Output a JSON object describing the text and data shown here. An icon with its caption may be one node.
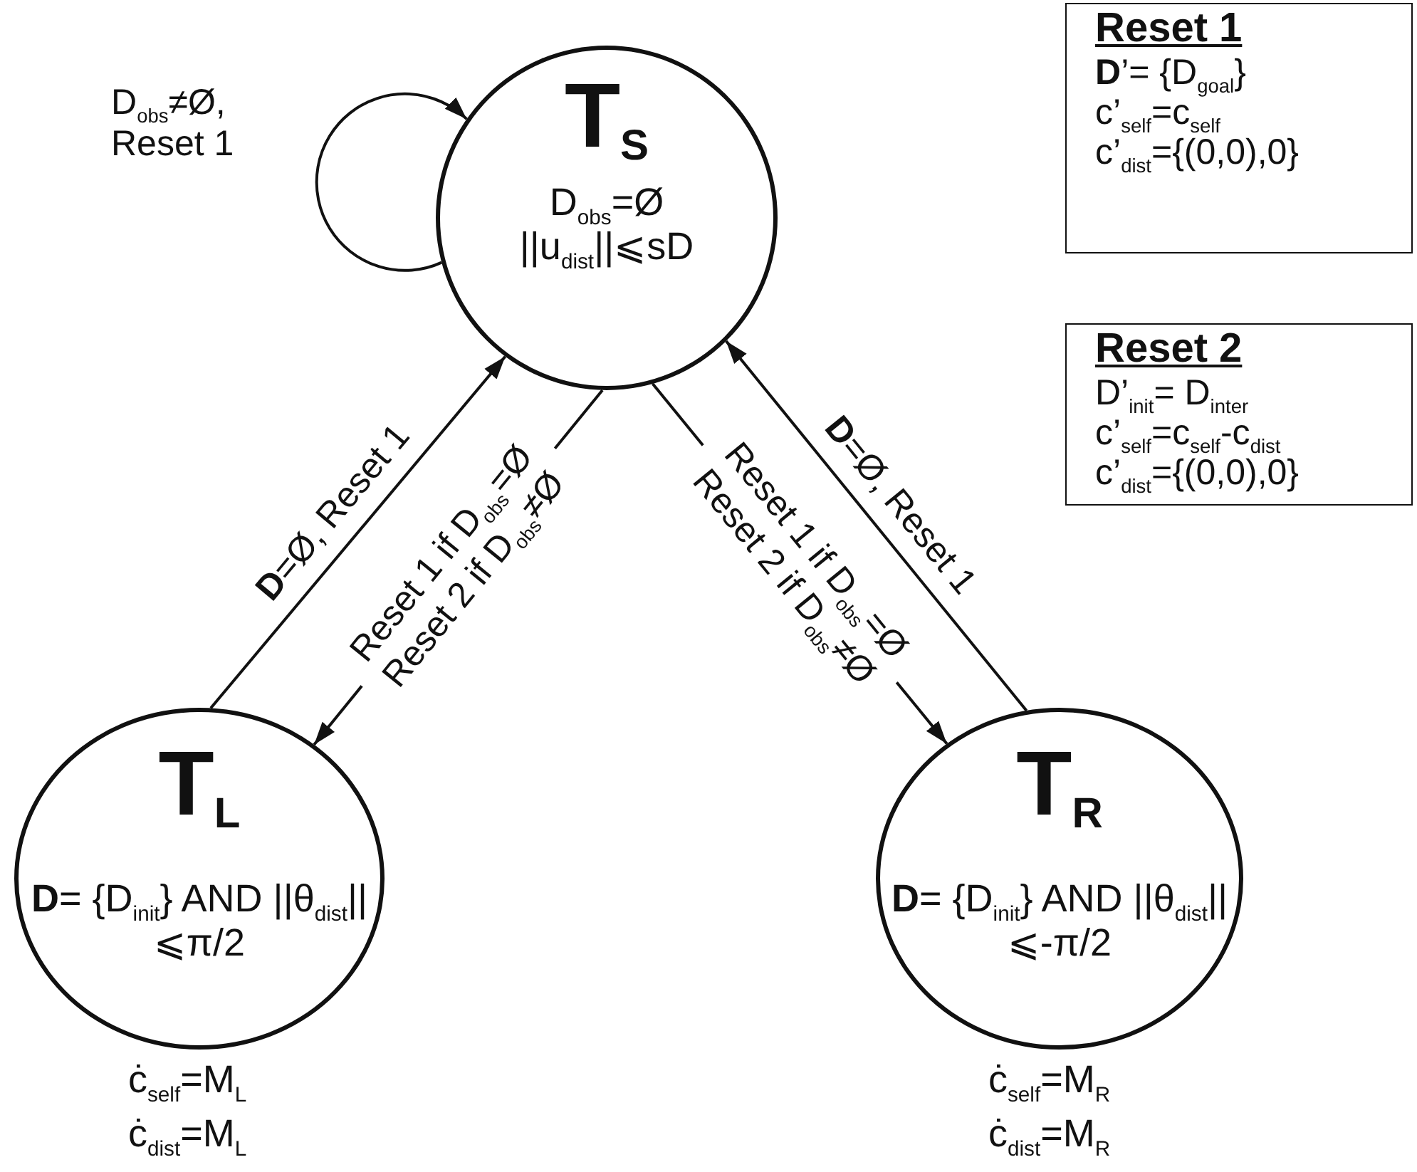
{
  "diagram": {
    "nodes": [
      {
        "text": [
          "T$_{S}$",
          "D$_{obs}$=Ø",
          "||u$_{dist}$||⩽sD"
        ]
      },
      {
        "text": [
          "T$_{L}$",
          "**D**= {D$_{init}$} AND ||θ$_{dist}$||⩽π/2"
        ],
        "beside": [
          "ċ$_{self}$=M$_{L}$",
          "ċ$_{dist}$=M$_{L}$"
        ]
      },
      {
        "text": [
          "T$_{R}$",
          "**D**= {D$_{init}$} AND ||θ$_{dist}$||⩽-π/2"
        ],
        "beside": [
          "ċ$_{self}$=M$_{R}$",
          "ċ$_{dist}$=M$_{R}$"
        ]
      },
      {
        "text": [
          "Reset 1",
          "**D**’= {D$_{goal}$}",
          "c’$_{self}$=c$_{self}$",
          "c’$_{dist}$={(0,0),0}"
        ]
      },
      {
        "text": [
          "Reset 2",
          "D’$_{init}$= D$_{inter}$",
          "c’$_{self}$=c$_{self}$-c$_{dist}$",
          "c’$_{dist}$={(0,0),0}"
        ]
      }
    ],
    "edges": [
      {
        "from": 0,
        "to": 0,
        "arrow": "to",
        "label": "D$_{obs}$≠Ø, Reset 1"
      },
      {
        "from": 1,
        "to": 0,
        "arrow": "to",
        "label": "**D**=Ø, Reset 1"
      },
      {
        "from": 0,
        "to": 1,
        "arrow": "to",
        "label": "Reset 1 if D$_{obs}$=Ø Reset 2 if D$_{obs}$≠Ø"
      },
      {
        "from": 0,
        "to": 2,
        "arrow": "to",
        "label": "Reset 1 if D$_{obs}$=Ø Reset 2 if D$_{obs}$≠Ø"
      },
      {
        "from": 2,
        "to": 0,
        "arrow": "to",
        "label": "**D**=Ø, Reset 1"
      }
    ]
  }
}
